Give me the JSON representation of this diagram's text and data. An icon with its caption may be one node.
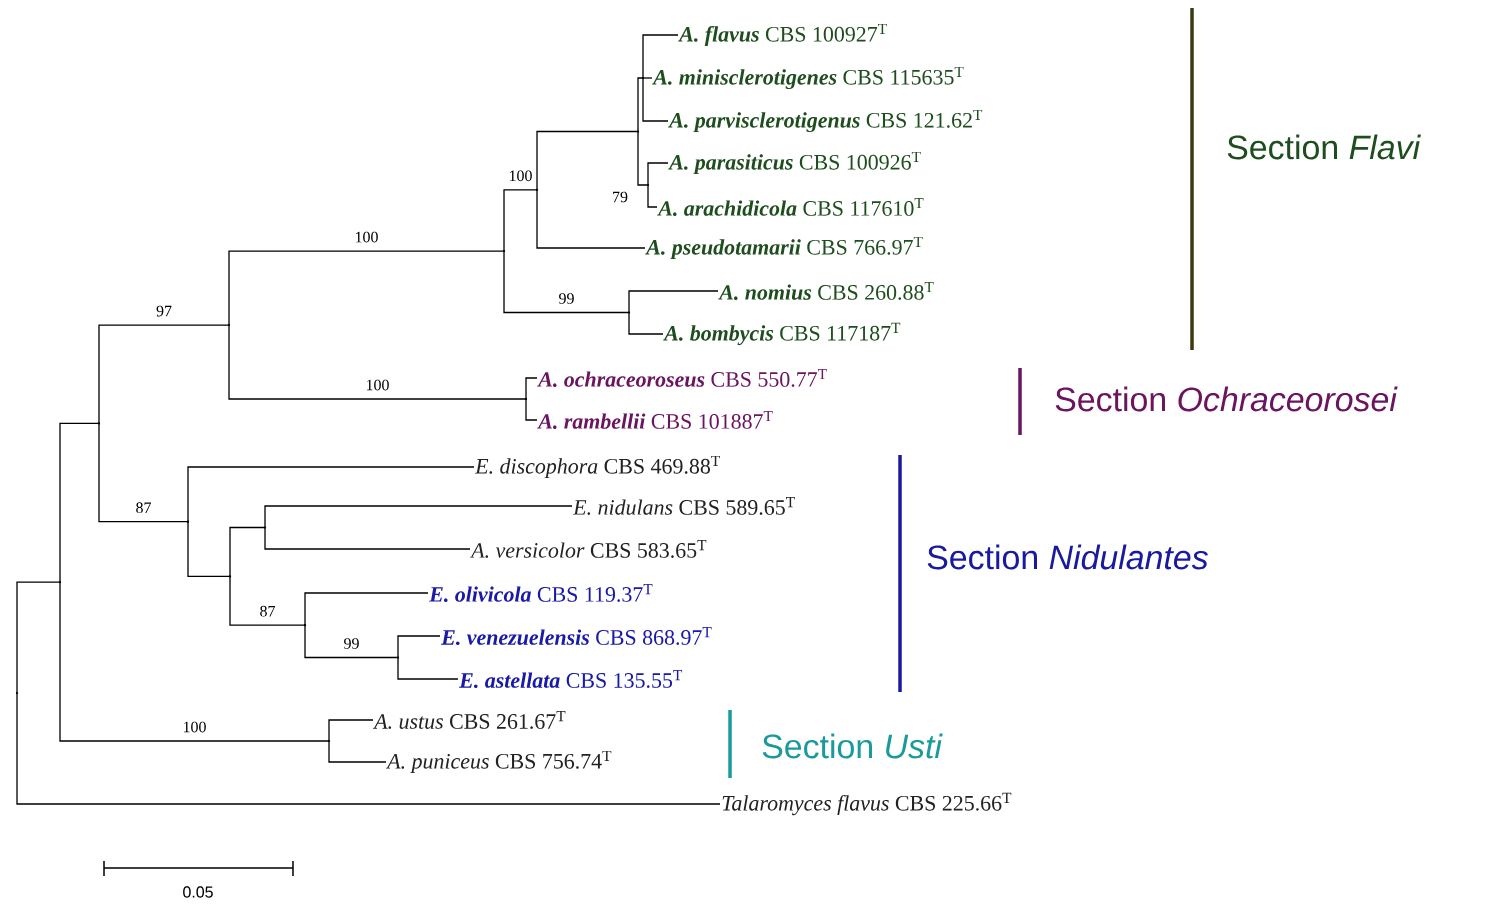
{
  "diagram": {
    "nodes": [
      {
        "text": [
          "*A. flavus* CBS 100927$^{T}$"
        ]
      },
      {
        "text": [
          "*A. minisclerotigenes* CBS 115635$^{T}$"
        ]
      },
      {
        "text": [
          "*A. parvisclerotigenus* CBS 121.62$^{T}$"
        ]
      },
      {
        "text": [
          "*A. parasiticus* CBS 100926$^{T}$"
        ]
      },
      {
        "text": [
          "*A. arachidicola* CBS 117610$^{T}$"
        ]
      },
      {
        "text": [
          "*A. pseudotamarii* CBS 766.97$^{T}$"
        ]
      },
      {
        "text": [
          "*A. nomius* CBS 260.88$^{T}$"
        ]
      },
      {
        "text": [
          "*A. bombycis* CBS 117187$^{T}$"
        ]
      },
      {
        "text": [
          "*A. ochraceoroseus* CBS 550.77$^{T}$"
        ]
      },
      {
        "text": [
          "*A. rambellii* CBS 101887$^{T}$"
        ]
      },
      {
        "text": [
          "*E. discophora* CBS 469.88$^{T}$"
        ]
      },
      {
        "text": [
          "*E. nidulans* CBS 589.65$^{T}$"
        ]
      },
      {
        "text": [
          "*A. versicolor* CBS 583.65$^{T}$"
        ]
      },
      {
        "text": [
          "*E. olivicola* CBS 119.37$^{T}$"
        ]
      },
      {
        "text": [
          "*E. venezuelensis* CBS 868.97$^{T}$"
        ]
      },
      {
        "text": [
          "*E. astellata* CBS 135.55$^{T}$"
        ]
      },
      {
        "text": [
          "*A. ustus* CBS 261.67$^{T}$"
        ]
      },
      {
        "text": [
          "*A. puniceus* CBS 756.74$^{T}$"
        ]
      },
      {
        "text": [
          "*Talaromyces flavus* CBS 225.66$^{T}$"
        ]
      },
      {
        "text": [],
        "shape": "point"
      },
      {
        "text": [],
        "shape": "point"
      },
      {
        "text": [],
        "shape": "point"
      },
      {
        "text": [],
        "shape": "point"
      },
      {
        "text": [],
        "shape": "point"
      },
      {
        "text": [],
        "shape": "point"
      },
      {
        "text": [],
        "shape": "point"
      },
      {
        "text": [],
        "shape": "point"
      },
      {
        "text": [],
        "shape": "point"
      },
      {
        "text": [],
        "shape": "point"
      },
      {
        "text": [],
        "shape": "point"
      },
      {
        "text": [],
        "shape": "point"
      },
      {
        "text": [],
        "shape": "point"
      },
      {
        "text": [],
        "shape": "point"
      },
      {
        "text": [],
        "shape": "point"
      },
      {
        "text": [],
        "shape": "point"
      },
      {
        "text": [],
        "shape": "point"
      }
    ],
    "edges": [
      {
        "from": 19,
        "to": 20,
        "arrow": "none"
      },
      {
        "from": 19,
        "to": 18,
        "arrow": "none"
      },
      {
        "from": 20,
        "to": 21,
        "arrow": "none"
      },
      {
        "from": 20,
        "to": 32,
        "arrow": "none",
        "label": "100"
      },
      {
        "from": 21,
        "to": 22,
        "arrow": "none",
        "label": "97"
      },
      {
        "from": 21,
        "to": 28,
        "arrow": "none",
        "label": "87"
      },
      {
        "from": 22,
        "to": 23,
        "arrow": "none",
        "label": "100"
      },
      {
        "from": 22,
        "to": 27,
        "arrow": "none",
        "label": "100"
      },
      {
        "from": 23,
        "to": 24,
        "arrow": "none",
        "label": "100"
      },
      {
        "from": 23,
        "to": 26,
        "arrow": "none",
        "label": "99"
      },
      {
        "from": 24,
        "to": 25,
        "arrow": "none"
      },
      {
        "from": 24,
        "to": 5,
        "arrow": "none"
      },
      {
        "from": 25,
        "to": 30,
        "arrow": "none"
      },
      {
        "from": 25,
        "to": 31,
        "arrow": "none",
        "label": "79"
      },
      {
        "from": 26,
        "to": 6,
        "arrow": "none"
      },
      {
        "from": 26,
        "to": 7,
        "arrow": "none"
      },
      {
        "from": 27,
        "to": 8,
        "arrow": "none"
      },
      {
        "from": 27,
        "to": 9,
        "arrow": "none"
      },
      {
        "from": 28,
        "to": 10,
        "arrow": "none"
      },
      {
        "from": 28,
        "to": 29,
        "arrow": "none"
      },
      {
        "from": 29,
        "to": 33,
        "arrow": "none"
      },
      {
        "from": 29,
        "to": 34,
        "arrow": "none",
        "label": "87"
      },
      {
        "from": 30,
        "to": 0,
        "arrow": "none"
      },
      {
        "from": 30,
        "to": 1,
        "arrow": "none"
      },
      {
        "from": 30,
        "to": 2,
        "arrow": "none"
      },
      {
        "from": 31,
        "to": 3,
        "arrow": "none"
      },
      {
        "from": 31,
        "to": 4,
        "arrow": "none"
      },
      {
        "from": 32,
        "to": 16,
        "arrow": "none"
      },
      {
        "from": 32,
        "to": 17,
        "arrow": "none"
      },
      {
        "from": 33,
        "to": 11,
        "arrow": "none"
      },
      {
        "from": 33,
        "to": 12,
        "arrow": "none"
      },
      {
        "from": 34,
        "to": 13,
        "arrow": "none"
      },
      {
        "from": 34,
        "to": 35,
        "arrow": "none",
        "label": "99"
      },
      {
        "from": 35,
        "to": 14,
        "arrow": "none"
      },
      {
        "from": 35,
        "to": 15,
        "arrow": "none"
      }
    ],
    "labels": [
      "Section *Flavi*",
      "Section *Ochraceorosei*",
      "Section *Nidulantes*",
      "Section *Usti*",
      "0.05"
    ]
  }
}
